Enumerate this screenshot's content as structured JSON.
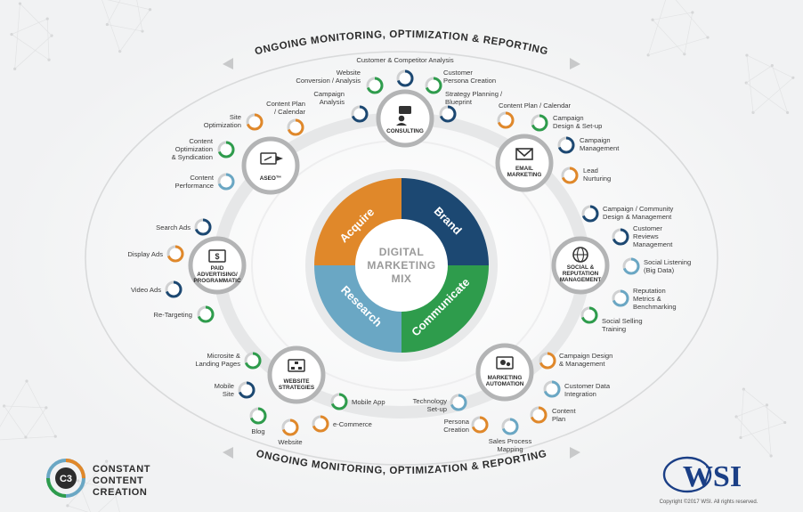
{
  "diagram": {
    "top_banner": "ONGOING MONITORING, OPTIMIZATION & REPORTING",
    "bottom_banner": "ONGOING MONITORING, OPTIMIZATION & REPORTING",
    "center_lines": [
      "DIGITAL",
      "MARKETING",
      "MIX"
    ],
    "segments": [
      {
        "label": "Acquire",
        "color": "#e0882a"
      },
      {
        "label": "Brand",
        "color": "#1c4872"
      },
      {
        "label": "Communicate",
        "color": "#2e9c4c"
      },
      {
        "label": "Research",
        "color": "#6aa7c4"
      }
    ],
    "hubs": {
      "consulting": {
        "lines": [
          "CONSULTING"
        ],
        "icon": "consulting-icon"
      },
      "email": {
        "lines": [
          "EMAIL",
          "MARKETING"
        ],
        "icon": "envelope-icon"
      },
      "social": {
        "lines": [
          "SOCIAL &",
          "REPUTATION",
          "MANAGEMENT"
        ],
        "icon": "globe-icon"
      },
      "automation": {
        "lines": [
          "MARKETING",
          "AUTOMATION"
        ],
        "icon": "gears-icon"
      },
      "website": {
        "lines": [
          "WEBSITE",
          "STRATEGIES"
        ],
        "icon": "sitemap-icon"
      },
      "paid": {
        "lines": [
          "PAID",
          "ADVERTISING/",
          "PROGRAMMATIC"
        ],
        "icon": "dollar-monitor-icon"
      },
      "aseo": {
        "lines": [
          "ASEO™"
        ],
        "icon": "gauge-arrow-icon"
      }
    },
    "services": {
      "consulting": [
        "Customer & Competitor Analysis",
        [
          "Website",
          "Conversion / Analysis"
        ],
        [
          "Customer",
          "Persona Creation"
        ],
        [
          "Campaign",
          "Analysis"
        ],
        [
          "Strategy Planning /",
          "Blueprint"
        ]
      ],
      "email": [
        "Content Plan / Calendar",
        [
          "Campaign",
          "Design & Set-up"
        ],
        [
          "Campaign",
          "Management"
        ],
        [
          "Lead",
          "Nurturing"
        ]
      ],
      "social": [
        [
          "Campaign / Community",
          "Design & Management"
        ],
        [
          "Customer",
          "Reviews",
          "Management"
        ],
        [
          "Social Listening",
          "(Big Data)"
        ],
        [
          "Reputation",
          "Metrics &",
          "Benchmarking"
        ],
        [
          "Social Selling",
          "Training"
        ]
      ],
      "automation": [
        [
          "Campaign Design",
          "& Management"
        ],
        [
          "Customer Data",
          "Integration"
        ],
        [
          "Content",
          "Plan"
        ],
        [
          "Sales Process",
          "Mapping"
        ],
        [
          "Persona",
          "Creation"
        ],
        [
          "Technology",
          "Set-up"
        ]
      ],
      "website": [
        [
          "Microsite &",
          "Landing Pages"
        ],
        [
          "Mobile",
          "Site"
        ],
        "Blog",
        "Website",
        "e-Commerce",
        "Mobile App"
      ],
      "paid": [
        "Search Ads",
        "Display Ads",
        "Video Ads",
        "Re-Targeting"
      ],
      "aseo": [
        [
          "Content Plan",
          "/ Calendar"
        ],
        [
          "Site",
          "Optimization"
        ],
        [
          "Content",
          "Optimization",
          "& Syndication"
        ],
        [
          "Content",
          "Performance"
        ]
      ]
    },
    "footer": {
      "left_logo_lines": [
        "CONSTANT",
        "CONTENT",
        "CREATION"
      ],
      "left_logo_mark": "C3",
      "right_logo": "WSI",
      "copyright": "Copyright ©2017 WSI. All rights reserved."
    }
  }
}
